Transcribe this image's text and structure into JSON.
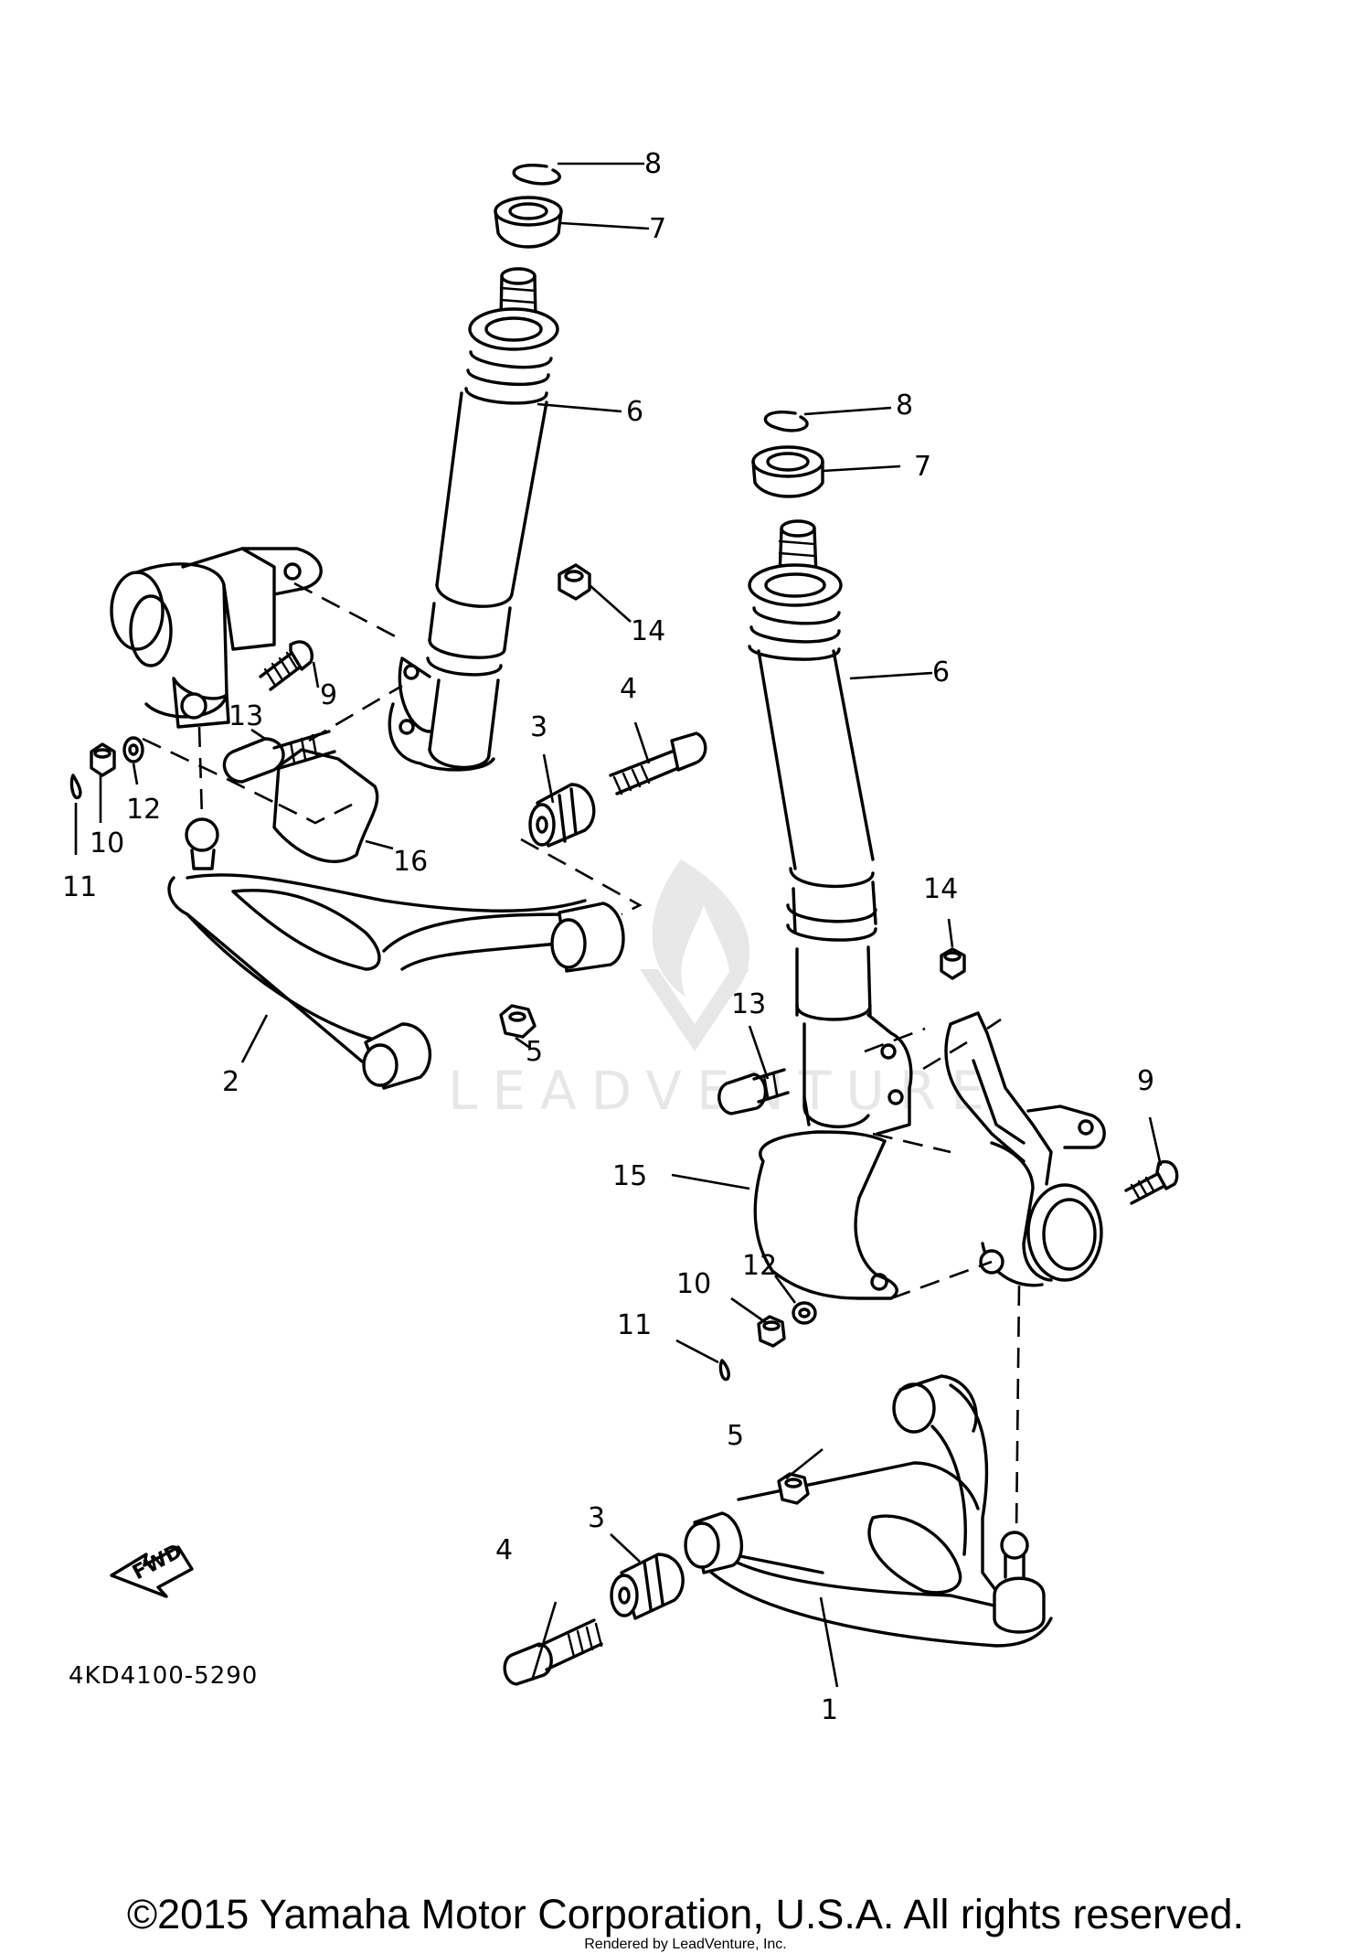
{
  "figure_code": "4KD4100-5290",
  "direction_label": "FWD",
  "watermark": "LEADVENTURE",
  "copyright": "©2015 Yamaha Motor Corporation, U.S.A. All rights reserved.",
  "rendered_by": "Rendered by LeadVenture, Inc.",
  "callouts": {
    "c1": "1",
    "c2": "2",
    "c3a": "3",
    "c3b": "3",
    "c4a": "4",
    "c4b": "4",
    "c5a": "5",
    "c5b": "5",
    "c6a": "6",
    "c6b": "6",
    "c7a": "7",
    "c7b": "7",
    "c8a": "8",
    "c8b": "8",
    "c9a": "9",
    "c9b": "9",
    "c10a": "10",
    "c10b": "10",
    "c11a": "11",
    "c11b": "11",
    "c12a": "12",
    "c12b": "12",
    "c13a": "13",
    "c13b": "13",
    "c14a": "14",
    "c14b": "14",
    "c15": "15",
    "c16": "16"
  },
  "icons": [
    "fwd-arrow-icon",
    "leadventure-logo-icon"
  ]
}
